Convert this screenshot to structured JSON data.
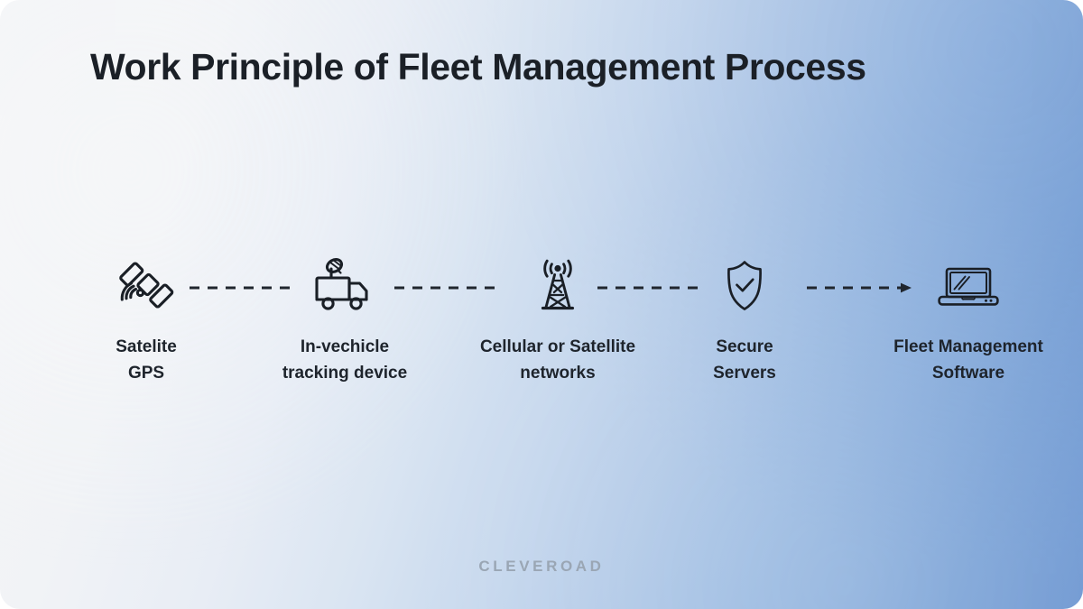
{
  "title": "Work Principle of Fleet Management Process",
  "footer": {
    "wordmark": "CLEVEROAD"
  },
  "colors": {
    "title_text": "#1b2027",
    "label_text": "#1e242c",
    "icon_stroke": "#1a1f26",
    "connector": "#20262e",
    "footer_text": "#9aa6b4",
    "gradient_start": "#f4f5f7",
    "gradient_end": "#6f98d2"
  },
  "flow": {
    "steps": [
      {
        "id": "satellite-gps",
        "icon": "satellite-icon",
        "label": "Satelite\nGPS",
        "label_line1": "Satelite",
        "label_line2": "GPS"
      },
      {
        "id": "in-vehicle-tracking-device",
        "icon": "tracking-truck-icon",
        "label": "In-vechicle\ntracking device",
        "label_line1": "In-vechicle",
        "label_line2": "tracking device"
      },
      {
        "id": "cellular-or-satellite-networks",
        "icon": "cell-tower-icon",
        "label": "Cellular or Satellite\nnetworks",
        "label_line1": "Cellular or Satellite",
        "label_line2": "networks"
      },
      {
        "id": "secure-servers",
        "icon": "shield-check-icon",
        "label": "Secure\nServers",
        "label_line1": "Secure",
        "label_line2": "Servers"
      },
      {
        "id": "fleet-management-software",
        "icon": "laptop-icon",
        "label": "Fleet Management\nSoftware",
        "label_line1": "Fleet Management",
        "label_line2": "Software"
      }
    ],
    "connectors": [
      {
        "id": "connector-1",
        "style": "dashed",
        "arrowhead": false
      },
      {
        "id": "connector-2",
        "style": "dashed",
        "arrowhead": false
      },
      {
        "id": "connector-3",
        "style": "dashed",
        "arrowhead": false
      },
      {
        "id": "connector-4",
        "style": "dashed",
        "arrowhead": true
      }
    ]
  }
}
